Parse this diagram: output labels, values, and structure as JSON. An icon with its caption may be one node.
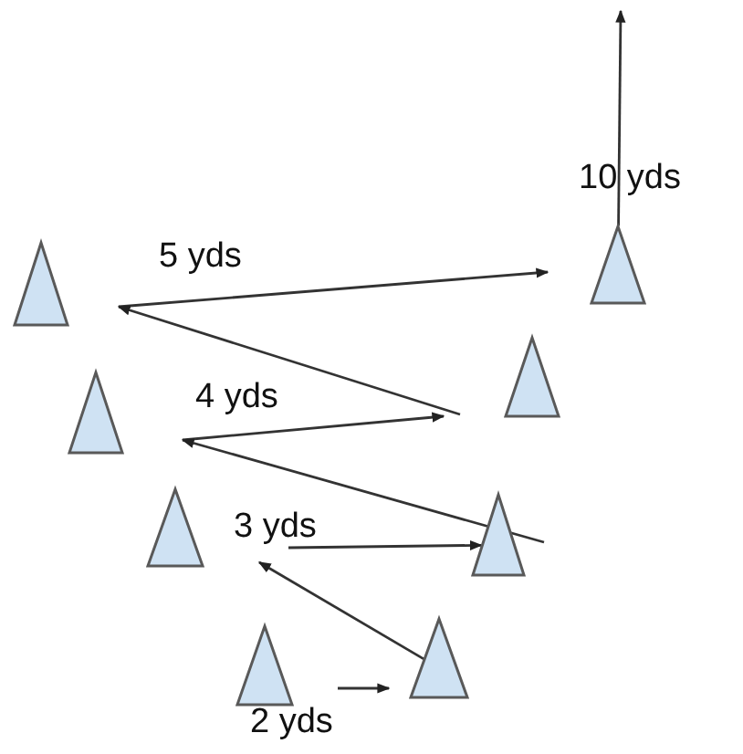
{
  "diagram": {
    "nodes": [
      {
        "text": [],
        "shape": "triangle"
      },
      {
        "text": [],
        "shape": "triangle"
      },
      {
        "text": [],
        "shape": "triangle"
      },
      {
        "text": [],
        "shape": "triangle"
      },
      {
        "text": [],
        "shape": "triangle"
      },
      {
        "text": [],
        "shape": "triangle"
      },
      {
        "text": [],
        "shape": "triangle"
      },
      {
        "text": [],
        "shape": "triangle"
      }
    ],
    "edges": [
      {
        "from": 0,
        "to": null,
        "arrow": "to"
      },
      {
        "from": 7,
        "to": null,
        "arrow": "to"
      },
      {
        "from": null,
        "to": 5,
        "arrow": "to",
        "label": "3 yds"
      }
    ],
    "labels": [
      "10 yds",
      "5 yds",
      "4 yds",
      "2 yds"
    ]
  }
}
